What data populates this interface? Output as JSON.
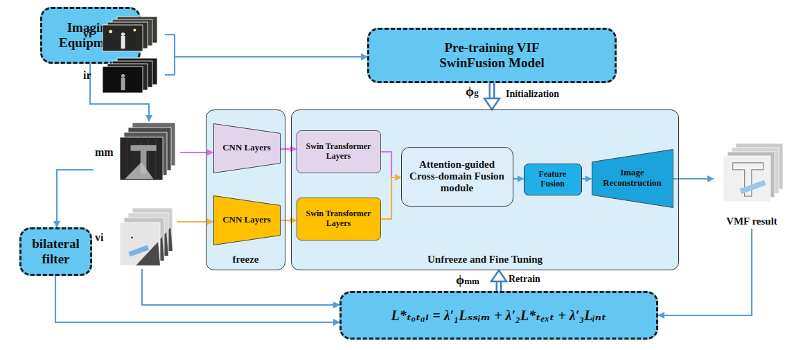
{
  "diagram": {
    "nodes": [
      {
        "text": [
          "Imaging Equipment"
        ]
      },
      {
        "text": [
          "vi"
        ]
      },
      {
        "text": [
          "ir"
        ]
      },
      {
        "text": [
          "Pre-training VIF SwinFusion Model"
        ]
      },
      {
        "text": [
          "mm"
        ]
      },
      {
        "text": [
          "vi"
        ]
      },
      {
        "text": [
          "freeze"
        ]
      },
      {
        "text": [
          "CNN Layers"
        ],
        "in": 6
      },
      {
        "text": [
          "CNN Layers"
        ],
        "in": 6
      },
      {
        "text": [
          "Unfreeze and Fine Tuning"
        ]
      },
      {
        "text": [
          "Swin Transformer Layers"
        ],
        "in": 9
      },
      {
        "text": [
          "Swin Transformer Layers"
        ],
        "in": 9
      },
      {
        "text": [
          "Attention-guided Cross-domain Fusion module"
        ],
        "in": 9
      },
      {
        "text": [
          "Feature Fusion"
        ],
        "in": 9
      },
      {
        "text": [
          "Image Reconstruction"
        ],
        "in": 9
      },
      {
        "text": [
          "VMF result"
        ]
      },
      {
        "text": [
          "bilateral filter"
        ]
      },
      {
        "text": [
          "L*ₜₒₜₐₗ = λ′₁Lₛₛᵢₘ + λ′₂L*ₜₑₓₜ + λ′₃Lᵢₙₜ"
        ]
      }
    ],
    "edges": [
      {
        "from": 0,
        "to": 4,
        "arrow": "to"
      },
      {
        "from": 1,
        "to": 3,
        "arrow": "to"
      },
      {
        "from": 2,
        "to": 3,
        "arrow": "to"
      },
      {
        "from": 3,
        "to": 9,
        "label": "Initialization",
        "arrow": "to"
      },
      {
        "from": 4,
        "to": 7,
        "arrow": "to"
      },
      {
        "from": 5,
        "to": 8,
        "arrow": "to"
      },
      {
        "from": 7,
        "to": 10,
        "arrow": "to"
      },
      {
        "from": 8,
        "to": 11,
        "arrow": "to"
      },
      {
        "from": 10,
        "to": 12,
        "arrow": "to"
      },
      {
        "from": 11,
        "to": 12,
        "arrow": "to"
      },
      {
        "from": 12,
        "to": 13,
        "arrow": "to"
      },
      {
        "from": 13,
        "to": 14,
        "arrow": "to"
      },
      {
        "from": 14,
        "to": 15,
        "arrow": "to"
      },
      {
        "from": 4,
        "to": 16,
        "arrow": "to"
      },
      {
        "from": 16,
        "to": 17,
        "arrow": "to"
      },
      {
        "from": 5,
        "to": 17,
        "arrow": "to"
      },
      {
        "from": 15,
        "to": 17,
        "arrow": "to"
      },
      {
        "from": 17,
        "to": 9,
        "label": "Retrain",
        "arrow": "to"
      }
    ],
    "labels": [
      "ϕg",
      "ϕmm"
    ]
  }
}
